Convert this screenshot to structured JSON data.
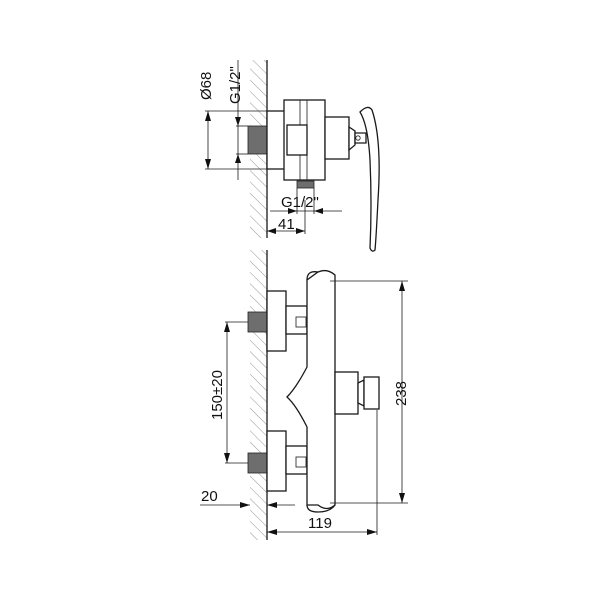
{
  "drawing": {
    "title": "Shower mixer dimension drawing",
    "top_view": {
      "labels": {
        "diameter": "Ø68",
        "inlet_thread": "G1/2\"",
        "outlet_thread": "G1/2\"",
        "depth": "41"
      }
    },
    "front_view": {
      "labels": {
        "inlet_spacing": "150±20",
        "total_height": "238",
        "wall_offset": "20",
        "total_projection": "119"
      }
    },
    "colors": {
      "line": "#1a1a1a",
      "hatch": "#8a8a8a",
      "background": "#ffffff"
    }
  }
}
